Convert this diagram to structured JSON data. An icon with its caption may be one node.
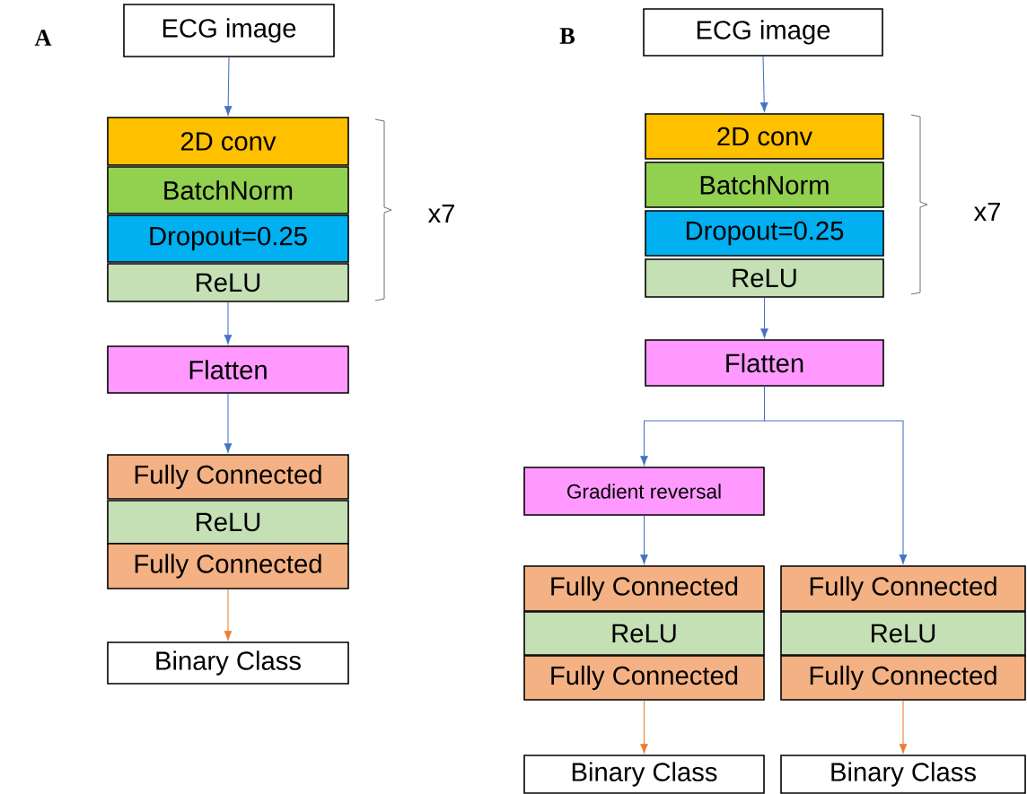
{
  "diagram": {
    "nodes": [
      {
        "text": [
          "ECG image"
        ]
      },
      {
        "text": [
          "2D conv"
        ]
      },
      {
        "text": [
          "BatchNorm"
        ]
      },
      {
        "text": [
          "Dropout=0.25"
        ]
      },
      {
        "text": [
          "ReLU"
        ]
      },
      {
        "text": [
          "Flatten"
        ]
      },
      {
        "text": [
          "Fully Connected"
        ]
      },
      {
        "text": [
          "ReLU"
        ]
      },
      {
        "text": [
          "Fully Connected"
        ]
      },
      {
        "text": [
          "Binary Class"
        ]
      },
      {
        "text": [
          "ECG image"
        ]
      },
      {
        "text": [
          "2D conv"
        ]
      },
      {
        "text": [
          "BatchNorm"
        ]
      },
      {
        "text": [
          "Dropout=0.25"
        ]
      },
      {
        "text": [
          "ReLU"
        ]
      },
      {
        "text": [
          "Flatten"
        ]
      },
      {
        "text": [
          "Gradient reversal"
        ]
      },
      {
        "text": [
          "Fully Connected"
        ]
      },
      {
        "text": [
          "ReLU"
        ]
      },
      {
        "text": [
          "Fully Connected"
        ]
      },
      {
        "text": [
          "Binary Class"
        ]
      },
      {
        "text": [
          "Fully Connected"
        ]
      },
      {
        "text": [
          "ReLU"
        ]
      },
      {
        "text": [
          "Fully Connected"
        ]
      },
      {
        "text": [
          "Binary Class"
        ]
      }
    ],
    "edges": [
      {
        "from": 0,
        "to": 1,
        "arrow": "to"
      },
      {
        "from": 4,
        "to": 5,
        "arrow": "to"
      },
      {
        "from": 5,
        "to": 6,
        "arrow": "to"
      },
      {
        "from": 8,
        "to": 9,
        "arrow": "to",
        "color": "#ed7d31"
      },
      {
        "from": 10,
        "to": 11,
        "arrow": "to"
      },
      {
        "from": 14,
        "to": 15,
        "arrow": "to"
      },
      {
        "from": 15,
        "to": 16,
        "arrow": "to"
      },
      {
        "from": 15,
        "to": 21,
        "arrow": "to"
      },
      {
        "from": 16,
        "to": 17,
        "arrow": "to"
      },
      {
        "from": 19,
        "to": 20,
        "arrow": "to",
        "color": "#ed7d31"
      },
      {
        "from": 23,
        "to": 24,
        "arrow": "to",
        "color": "#ed7d31"
      }
    ],
    "labels": [
      "A",
      "B",
      "x7",
      "x7"
    ]
  }
}
